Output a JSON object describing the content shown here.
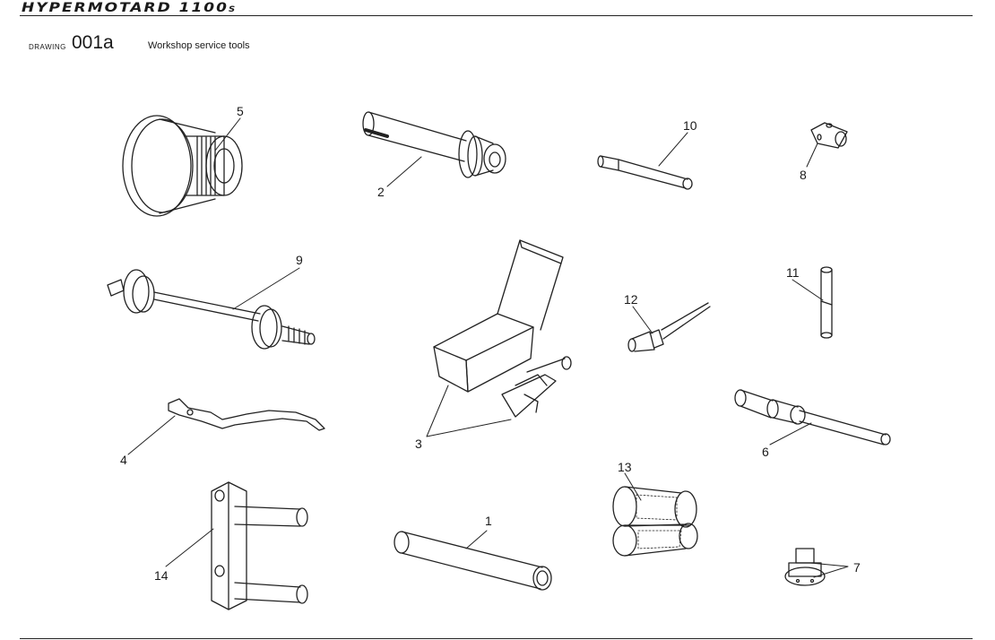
{
  "header": {
    "brand": "HYPERMOTARD 1100",
    "brand_suffix": "S",
    "drawing_label": "DRAWING",
    "drawing_number": "001a",
    "drawing_title": "Workshop service tools"
  },
  "callouts": [
    "1",
    "2",
    "3",
    "4",
    "5",
    "6",
    "7",
    "8",
    "9",
    "10",
    "11",
    "12",
    "13",
    "14"
  ]
}
